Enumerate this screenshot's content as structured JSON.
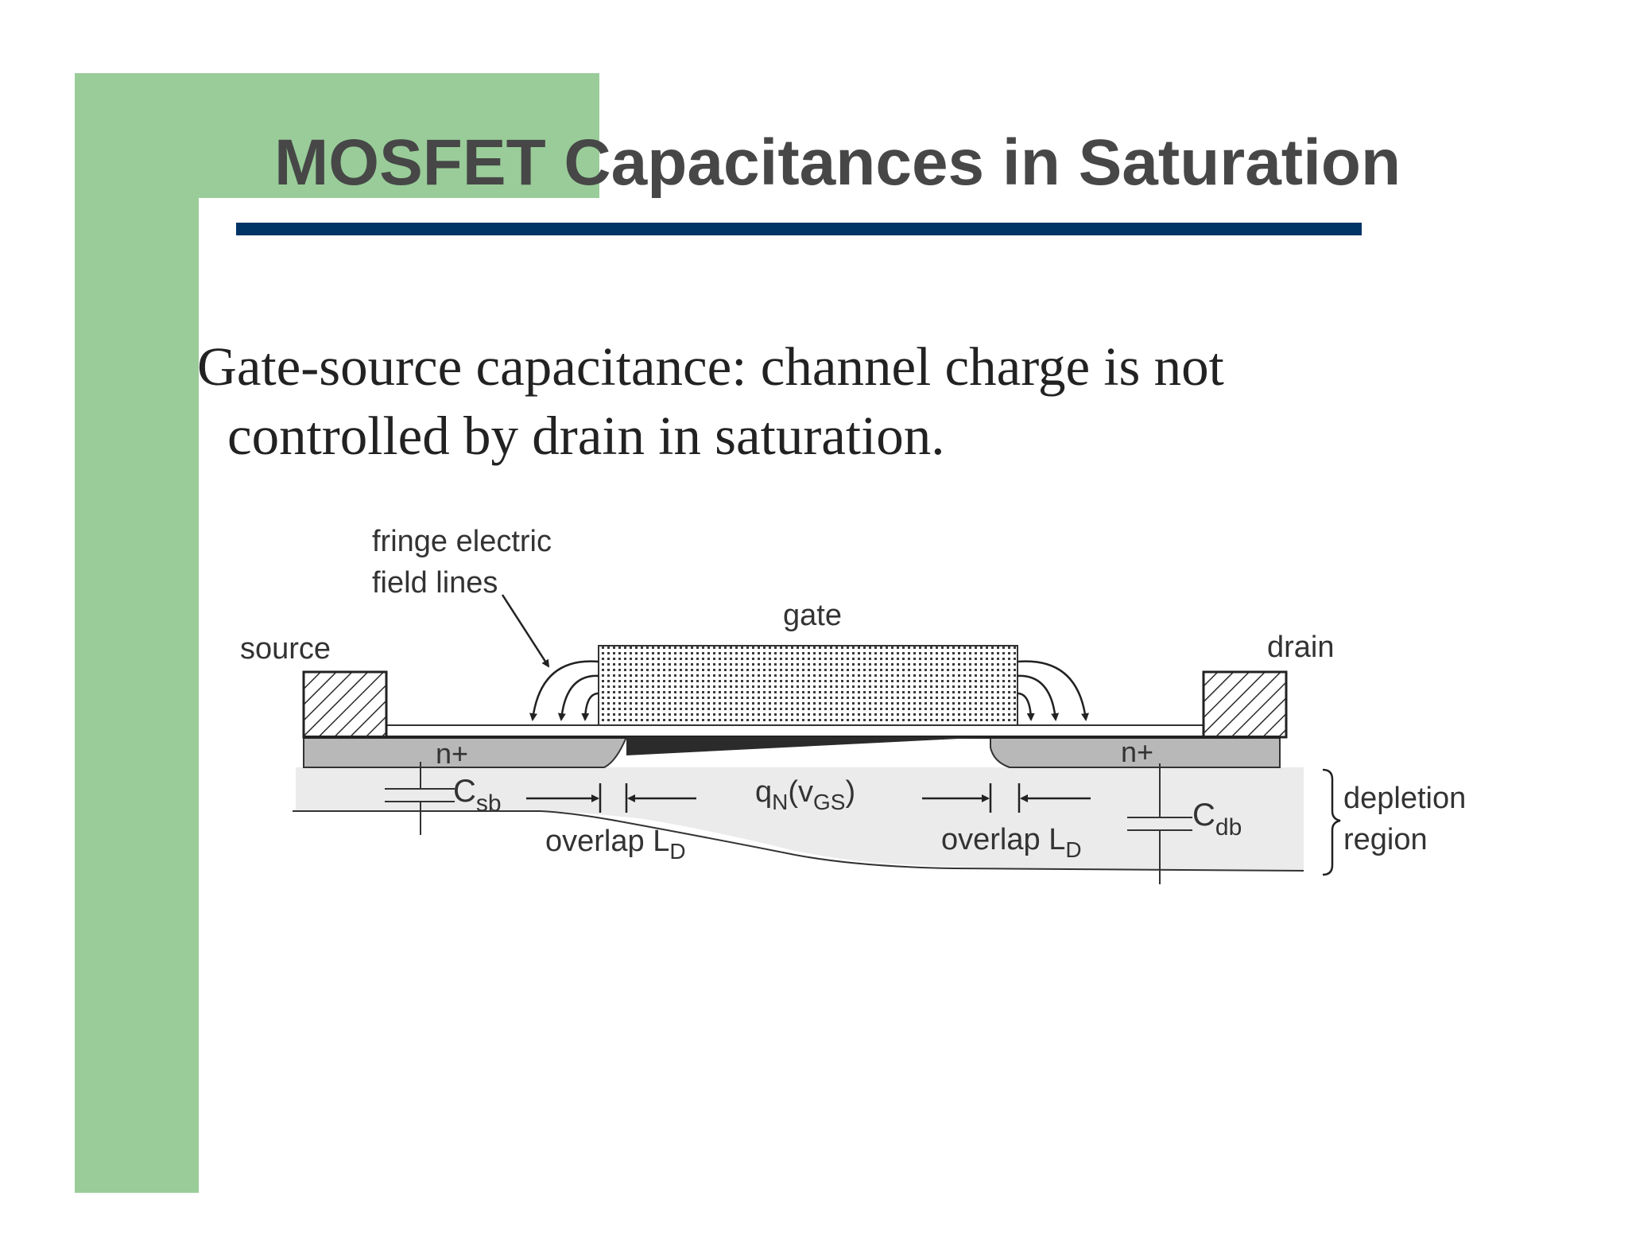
{
  "slide": {
    "title": "MOSFET Capacitances in Saturation",
    "body_line1": "Gate-source capacitance:  channel charge is not",
    "body_line2": "controlled by drain in saturation."
  },
  "diagram": {
    "labels": {
      "fringe_line1": "fringe electric",
      "fringe_line2": "field lines",
      "gate": "gate",
      "source": "source",
      "drain": "drain",
      "n_plus_left": "n+",
      "n_plus_right": "n+",
      "c_main_left": "C",
      "c_sub_left": "sb",
      "c_main_right": "C",
      "c_sub_right": "db",
      "q_main": "q",
      "q_sub": "N",
      "q_paren_open": "(v",
      "q_sub2": "GS",
      "q_paren_close": ")",
      "overlap_left": "overlap L",
      "overlap_left_sub": "D",
      "overlap_right": "overlap L",
      "overlap_right_sub": "D",
      "depletion_line1": "depletion",
      "depletion_line2": "region"
    },
    "colors": {
      "n_plus": "#b8b8b8",
      "depletion": "#ebebeb",
      "channel": "#2b2b2b",
      "contact_hatch": "#2a2a2a"
    }
  }
}
